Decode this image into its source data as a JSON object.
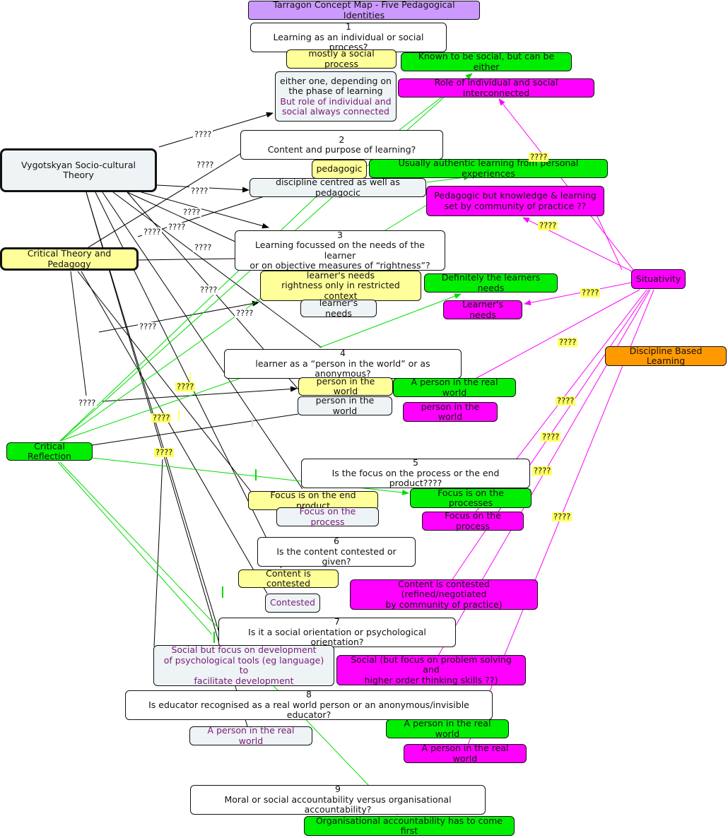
{
  "title": "Tarragon Concept Map - Five Pedagogical Identities",
  "colors": {
    "theory_border": "#111111",
    "green": "#00ee00",
    "magenta": "#ff00ff",
    "yellow": "#ffff99",
    "orange": "#ff9900",
    "lavender": "#cc99ff"
  },
  "theories": {
    "vygotsky": "Vygotskyan Socio-cultural Theory",
    "critical_theory": "Critical Theory and Pedagogy",
    "critical_reflection": "Critical Reflection",
    "situativity": "Situativity",
    "discipline_based": "Discipline Based Learning"
  },
  "questions": {
    "q1": "1\nLearning as an individual or social process?",
    "q2": "2\nContent and purpose of learning?",
    "q3": "3\nLearning focussed on the needs of the learner\nor on objective measures of “rightness”?",
    "q4": "4\nlearner as a “person in the world” or as anonymous?",
    "q5": "5\nIs the focus on the process or the end product????",
    "q6": "6\nIs the content contested or given?",
    "q7": "7\nIs it a social orientation or psychological orientation?",
    "q8": "8\nIs educator recognised as a real world person or an anonymous/invisible educator?",
    "q9": "9\nMoral or social accountability versus organisational accountability?"
  },
  "answers": {
    "a1_yellow": "mostly a social process",
    "a1_grey_line1": "either one, depending on\nthe phase of learning",
    "a1_grey_line2": "But role of individual and\nsocial always connected",
    "a1_green": "Known to be social, but can be either",
    "a1_magenta": "Role of individual and social interconnected",
    "a2_yellow": "pedagogic",
    "a2_grey": "discipline centred as well as pedagocic",
    "a2_green": "Usually authentic learning from personal experiences",
    "a2_magenta": "Pedagogic but knowledge & learning\nset by community of practice  ??",
    "a3_yellow": "learner's needs\nrightness only in restricted context",
    "a3_grey": "learner's needs",
    "a3_green": "Definitely the learners needs",
    "a3_magenta": "Learner's needs",
    "a4_yellow": "person in the world",
    "a4_grey": "person in the world",
    "a4_green": "A person in the real world",
    "a4_magenta": "person in the world",
    "a5_yellow": "Focus is on the end product",
    "a5_grey": "Focus on the process",
    "a5_green": "Focus is on the processes",
    "a5_magenta": "Focus on the process",
    "a6_yellow": "Content is contested",
    "a6_grey": "Contested",
    "a6_magenta": "Content is contested (refined/negotiated\nby community of practice)",
    "a7_grey": "Social but focus on development\nof psychological tools (eg language) to\nfacilitate development",
    "a7_magenta": "Social (but focus on problem solving and\nhigher order thinking skills ??)",
    "a8_grey": "A person in the real world",
    "a8_green": "A person in the real world",
    "a8_magenta": "A person in the real world",
    "a9_green": "Organisational accountability has to come first"
  },
  "link_label": "????",
  "link_label_partial": "????"
}
